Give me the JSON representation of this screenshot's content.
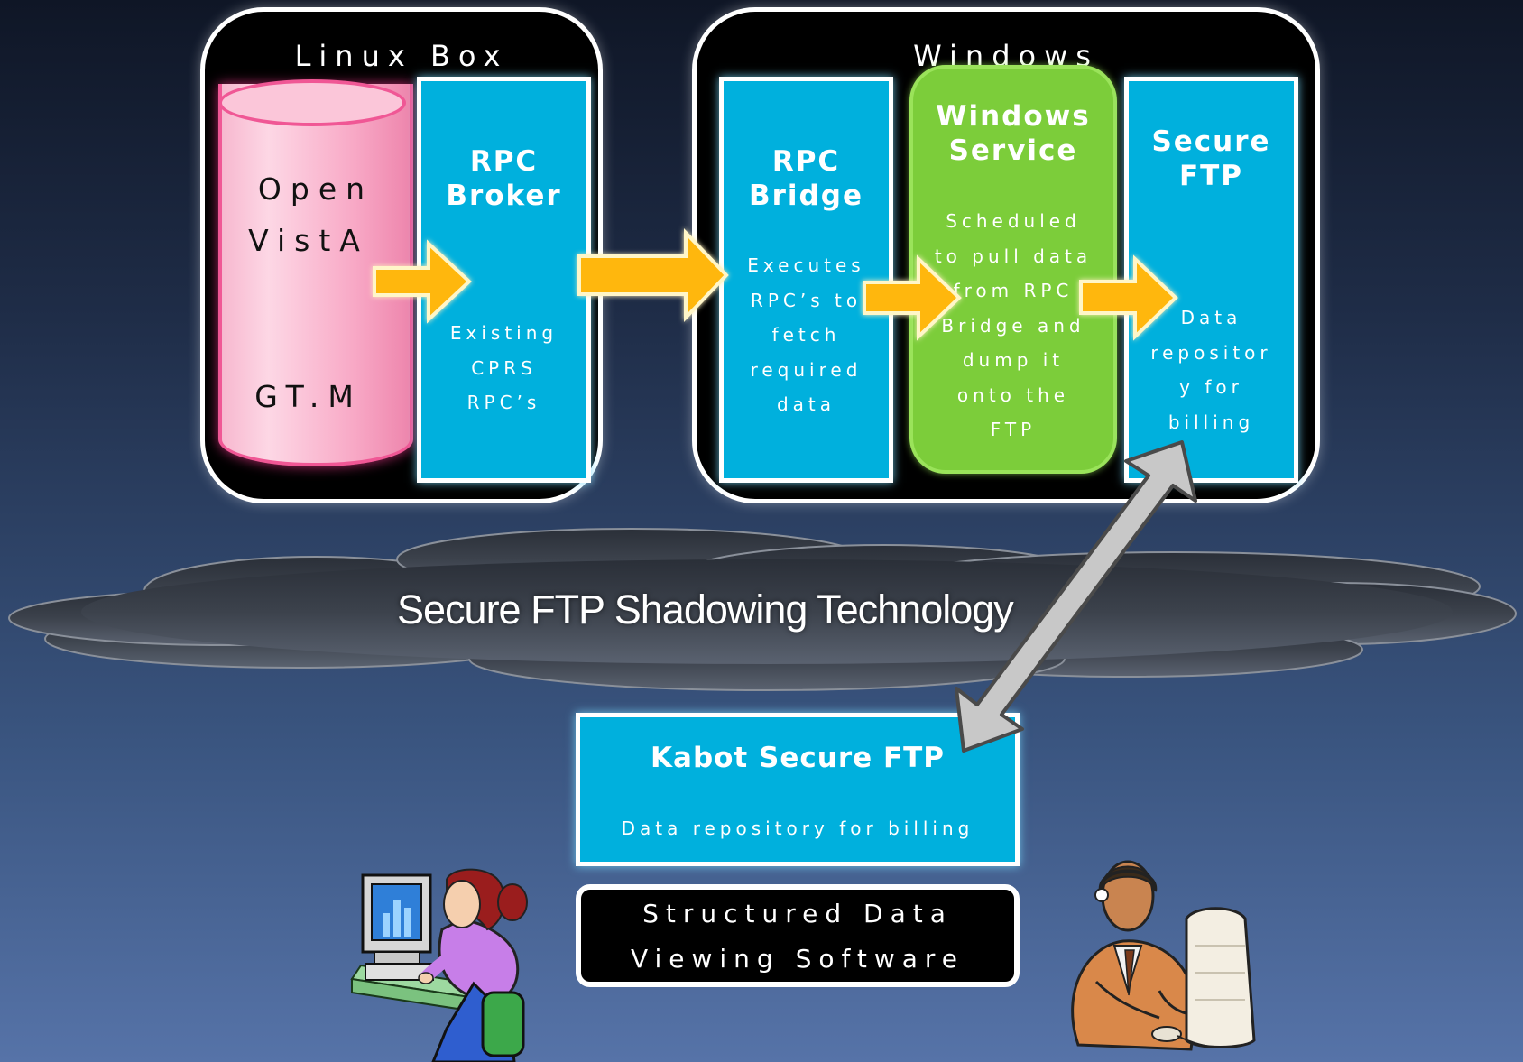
{
  "linux_box": {
    "title": "Linux Box",
    "database": {
      "line1": "Open",
      "line2": "VistA",
      "line3": "GT.M"
    },
    "rpc_broker": {
      "title_line1": "RPC",
      "title_line2": "Broker",
      "body_lines": [
        "Existing",
        "CPRS",
        "RPC’s"
      ]
    }
  },
  "windows": {
    "title": "Windows",
    "rpc_bridge": {
      "title_line1": "RPC",
      "title_line2": "Bridge",
      "body_lines": [
        "Executes",
        "RPC’s to",
        "fetch",
        "required",
        "data"
      ]
    },
    "windows_service": {
      "title_line1": "Windows",
      "title_line2": "Service",
      "body_lines": [
        "Scheduled",
        "to pull data",
        "from RPC",
        "Bridge and",
        "dump it",
        "onto the",
        "FTP"
      ]
    },
    "secure_ftp": {
      "title_line1": "Secure",
      "title_line2": "FTP",
      "body_lines": [
        "Data",
        "repositor",
        "y for",
        "billing"
      ]
    }
  },
  "cloud": {
    "label": "Secure FTP Shadowing Technology"
  },
  "kabot": {
    "title": "Kabot Secure FTP",
    "subtitle": "Data repository for billing"
  },
  "viewer": {
    "line1": "Structured Data",
    "line2": "Viewing Software"
  },
  "colors": {
    "panel_blue": "#00b0dd",
    "service_green": "#7ccd3a",
    "arrow_orange": "#ffb70f",
    "cylinder_pink": "#f8a9c6"
  },
  "icons": {
    "left_figure": "woman-at-computer-icon",
    "right_figure": "man-at-computer-icon"
  }
}
